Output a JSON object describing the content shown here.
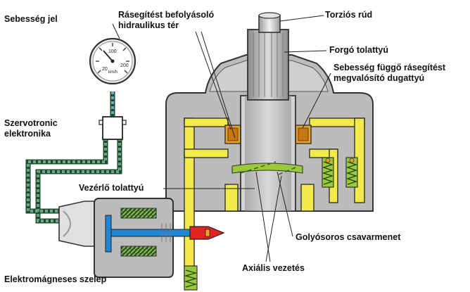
{
  "labels": {
    "speed_signal": "Sebesség jel",
    "hydraulic_space": [
      "Rásegítést befolyásoló",
      "hidraulikus tér"
    ],
    "torsion_bar": "Torziós rúd",
    "rotary_valve": "Forgó tolattyú",
    "reaction_piston": [
      "Sebesség függő rásegítést",
      "megvalósító dugattyú"
    ],
    "electronics": [
      "Szervotronic",
      "elektronika"
    ],
    "control_valve": "Vezérlő tolattyú",
    "ball_screw": "Golyósoros csavarmenet",
    "axial_guide": "Axiális vezetés",
    "solenoid_valve": "Elektromágneses szelep"
  },
  "gauge": {
    "unit": "km/h",
    "ticks": [
      "20",
      "100",
      "200"
    ]
  },
  "colors": {
    "housing_gray": "#bcbcbc",
    "hydraulic_yellow": "#f2e94a",
    "oil_line_blue": "#3c8fd8",
    "oil_line_green": "#2e8a52",
    "reaction_orange": "#f0a020",
    "spring_green": "#9dc83a",
    "valve_red": "#e52220",
    "plunger_blue": "#1f86d6"
  },
  "icons": [
    "speedometer-gauge-icon",
    "electronics-box-icon",
    "solenoid-coil-icon",
    "spring-icon"
  ]
}
